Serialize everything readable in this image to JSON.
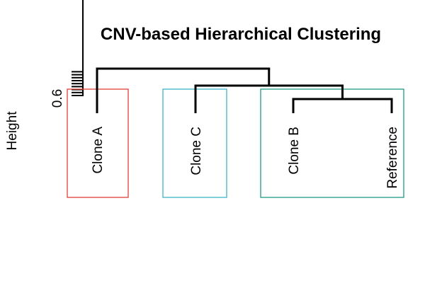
{
  "chart_data": {
    "type": "dendrogram",
    "title": "CNV-based Hierarchical Clustering",
    "ylabel": "Height",
    "y_tick_labels": [
      "0.6"
    ],
    "y_axis_visible_range": [
      0.6,
      0.7
    ],
    "leaves": [
      "Clone A",
      "Clone C",
      "Clone B",
      "Reference"
    ],
    "merges": [
      {
        "members": [
          "Clone B",
          "Reference"
        ],
        "height": 0.6
      },
      {
        "members": [
          "Clone C",
          "Clone B",
          "Reference"
        ],
        "height": 0.62
      },
      {
        "members": [
          "Clone A",
          "Clone C",
          "Clone B",
          "Reference"
        ],
        "height": 0.65
      }
    ],
    "clusters": [
      {
        "leaves": [
          "Clone A"
        ],
        "color": "#E0403A"
      },
      {
        "leaves": [
          "Clone C"
        ],
        "color": "#3BB5C6"
      },
      {
        "leaves": [
          "Clone B",
          "Reference"
        ],
        "color": "#1E9A85"
      }
    ]
  }
}
